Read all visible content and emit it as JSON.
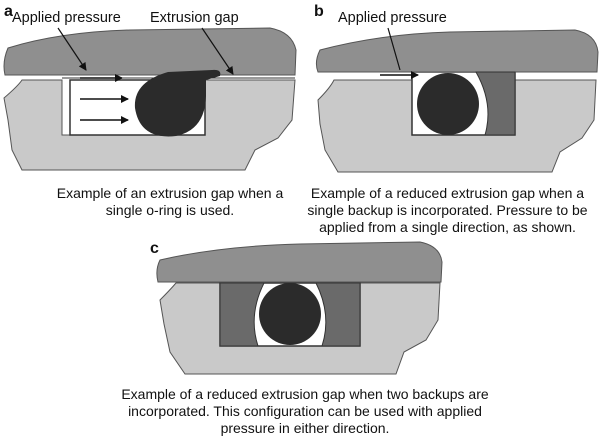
{
  "colors": {
    "housing_upper": "#8f8f8f",
    "housing_lower": "#c9c9c9",
    "oring": "#2b2b2b",
    "backup": "#6a6a6a",
    "outline": "#333333"
  },
  "panels": [
    {
      "letter": "a",
      "labels": {
        "applied_pressure": "Applied pressure",
        "extrusion_gap": "Extrusion gap"
      },
      "caption": "Example of an extrusion gap when a single o-ring is used."
    },
    {
      "letter": "b",
      "labels": {
        "applied_pressure": "Applied pressure"
      },
      "caption": "Example of a reduced extrusion gap when a single backup is incorporated. Pressure to be applied from a single direction, as shown."
    },
    {
      "letter": "c",
      "caption": "Example of a reduced extrusion gap when two backups are incorporated. This configuration can be used with applied pressure in either direction."
    }
  ]
}
